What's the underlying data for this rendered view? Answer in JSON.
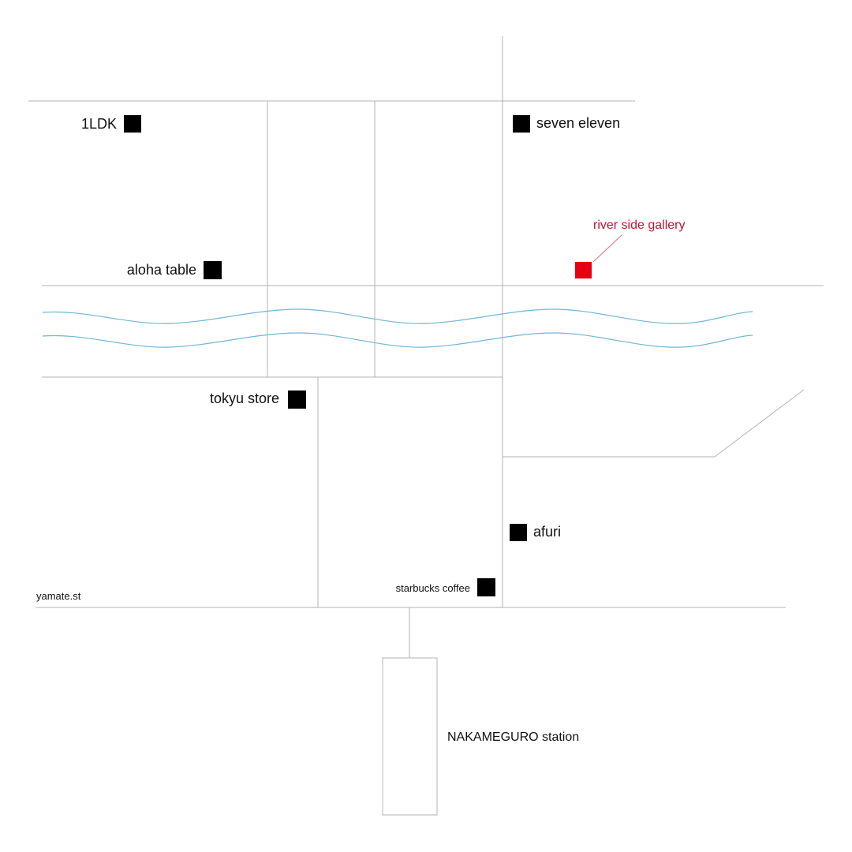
{
  "colors": {
    "road": "#b3b3b3",
    "river": "#6fb6d9",
    "marker": "#000000",
    "highlight": "#e60012",
    "highlight_text": "#c8102e"
  },
  "places": {
    "ldk": "1LDK",
    "seven_eleven": "seven eleven",
    "river_side_gallery": "river side gallery",
    "aloha_table": "aloha table",
    "tokyu_store": "tokyu store",
    "afuri": "afuri",
    "starbucks_coffee": "starbucks coffee",
    "nakameguro_station": "NAKAMEGURO station"
  },
  "streets": {
    "yamate": "yamate.st"
  }
}
